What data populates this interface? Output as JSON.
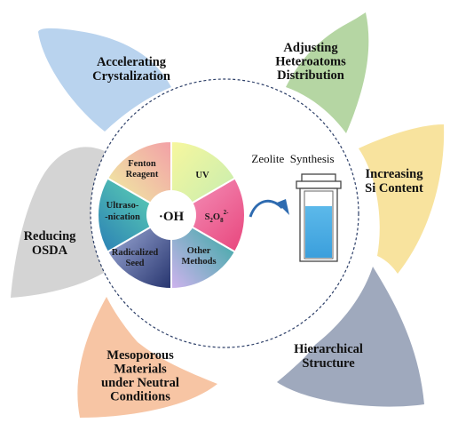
{
  "petals": [
    {
      "id": "accelerating",
      "lines": [
        "Accelerating",
        "Crystalization"
      ],
      "color": "#b9d3ee"
    },
    {
      "id": "heteroatoms",
      "lines": [
        "Adjusting",
        "Heteroatoms",
        "Distribution"
      ],
      "color": "#b5d6a3"
    },
    {
      "id": "si-content",
      "lines": [
        "Increasing",
        "Si Content"
      ],
      "color": "#f8e39e"
    },
    {
      "id": "hierarchical",
      "lines": [
        "Hierarchical",
        "Structure"
      ],
      "color": "#9fa9bd"
    },
    {
      "id": "mesoporous",
      "lines": [
        "Mesoporous",
        "Materials",
        "under Neutral",
        "Conditions"
      ],
      "color": "#f7c5a4"
    },
    {
      "id": "osda",
      "lines": [
        "Reducing",
        "OSDA"
      ],
      "color": "#d4d4d4"
    }
  ],
  "wheel": {
    "center": "·OH",
    "sectors": [
      {
        "id": "uv",
        "lines": [
          "UV"
        ],
        "colors": [
          "#f5f7a0",
          "#c9efb0"
        ]
      },
      {
        "id": "persulfate",
        "lines": [
          "S",
          "2",
          "O",
          "8",
          "2-"
        ],
        "colors": [
          "#f283b0",
          "#e9497f"
        ]
      },
      {
        "id": "other",
        "lines": [
          "Other",
          "Methods"
        ],
        "colors": [
          "#3bb3a3",
          "#c9b0ea"
        ]
      },
      {
        "id": "radicalized",
        "lines": [
          "Radicalized",
          "Seed"
        ],
        "colors": [
          "#a2b0dc",
          "#2e3f7c"
        ]
      },
      {
        "id": "ultrasonication",
        "lines": [
          "Ultraso-",
          "-nication"
        ],
        "colors": [
          "#2f8fb8",
          "#5fd9b2"
        ]
      },
      {
        "id": "fenton",
        "lines": [
          "Fenton",
          "Reagent"
        ],
        "colors": [
          "#f6a3a8",
          "#eef49c"
        ]
      }
    ]
  },
  "synthesis": {
    "label": "Zeolite  Synthesis",
    "liquid_color": "#4aaee6",
    "arrow_color": "#2e6bb0"
  }
}
